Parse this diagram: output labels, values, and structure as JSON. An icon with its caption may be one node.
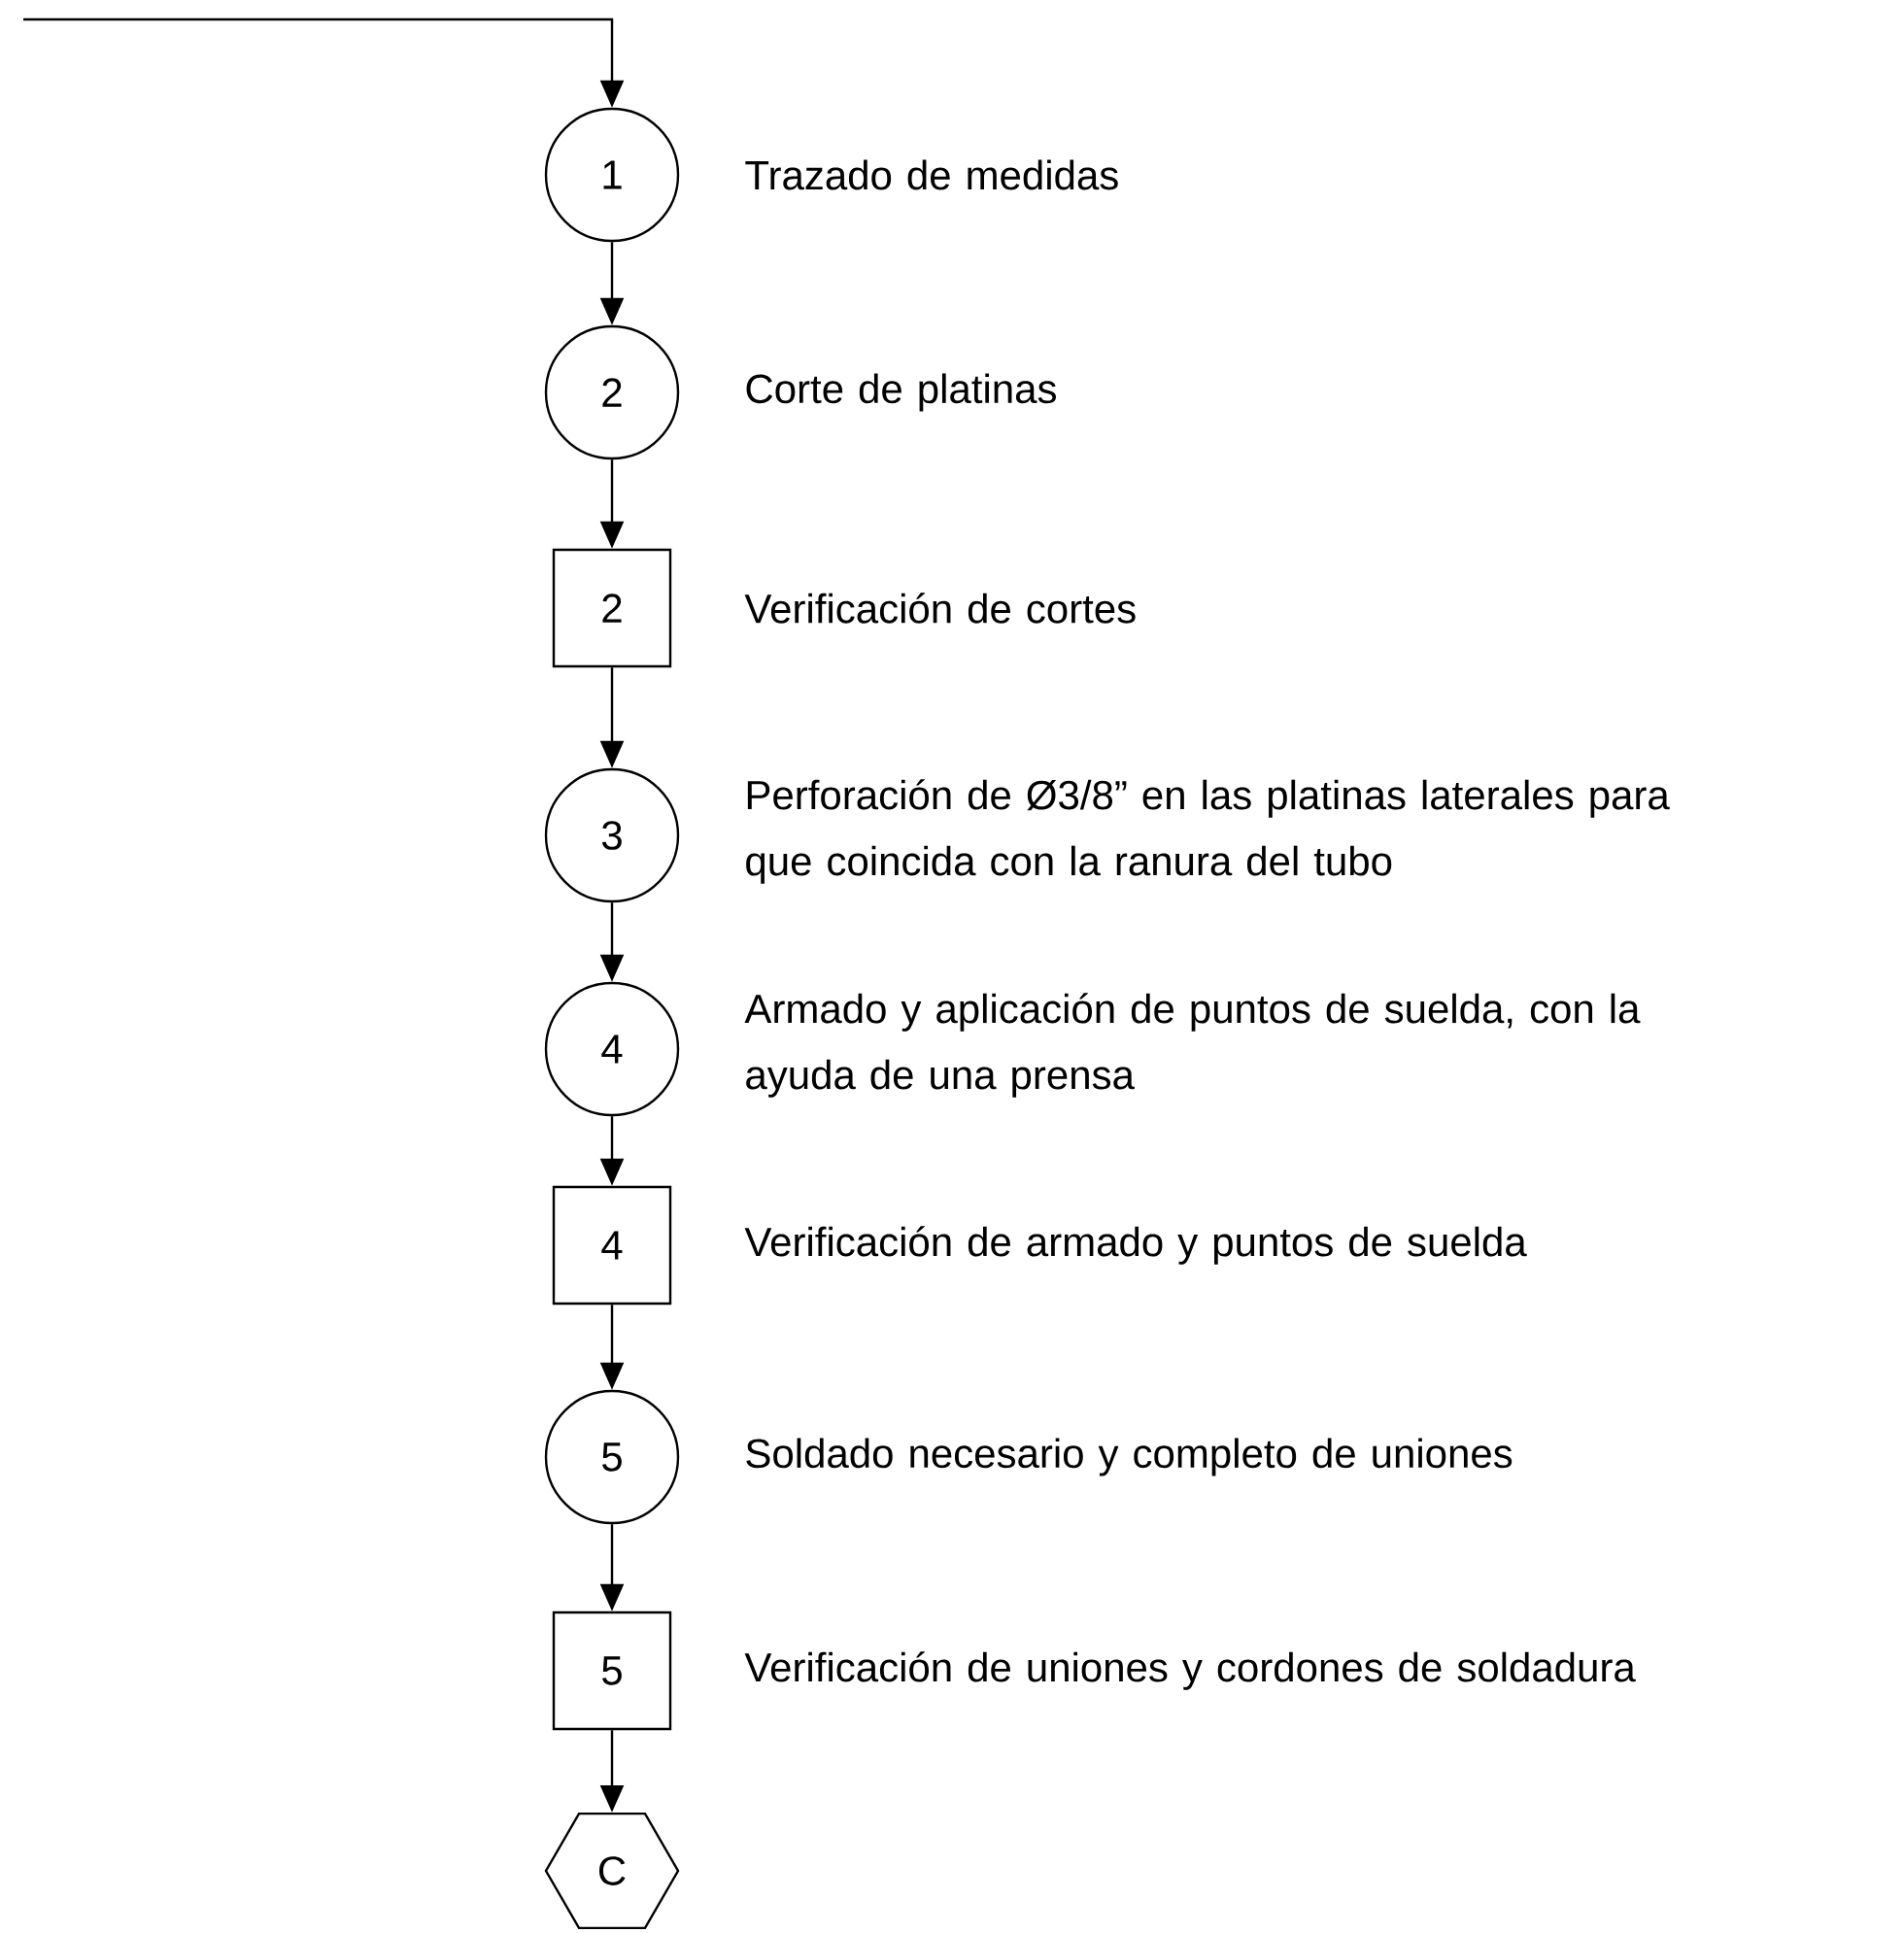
{
  "diagram": {
    "nodes": [
      {
        "text": [
          "1"
        ],
        "beside": [
          "Trazado de medidas"
        ]
      },
      {
        "text": [
          "2"
        ],
        "beside": [
          "Corte de platinas"
        ]
      },
      {
        "text": [
          "2"
        ],
        "beside": [
          "Verificación de cortes"
        ]
      },
      {
        "text": [
          "3"
        ],
        "beside": [
          "Perforación de Ø3/8” en las platinas laterales para que coincida con la ranura del tubo"
        ]
      },
      {
        "text": [
          "4"
        ],
        "beside": [
          "Armado y aplicación de puntos de suelda, con la ayuda de una prensa"
        ]
      },
      {
        "text": [
          "4"
        ],
        "beside": [
          "Verificación de armado y puntos de suelda"
        ]
      },
      {
        "text": [
          "5"
        ],
        "beside": [
          "Soldado necesario y completo de uniones"
        ]
      },
      {
        "text": [
          "5"
        ],
        "beside": [
          "Verificación de uniones y cordones de soldadura"
        ]
      },
      {
        "text": [
          "C"
        ]
      }
    ],
    "edges": [
      {
        "from": null,
        "to": 0,
        "arrow": "to"
      },
      {
        "from": 0,
        "to": 1,
        "arrow": "to"
      },
      {
        "from": 1,
        "to": 2,
        "arrow": "to"
      },
      {
        "from": 2,
        "to": 3,
        "arrow": "to"
      },
      {
        "from": 3,
        "to": 4,
        "arrow": "to"
      },
      {
        "from": 4,
        "to": 5,
        "arrow": "to"
      },
      {
        "from": 5,
        "to": 6,
        "arrow": "to"
      },
      {
        "from": 6,
        "to": 7,
        "arrow": "to"
      },
      {
        "from": 7,
        "to": 8,
        "arrow": "to"
      }
    ]
  }
}
